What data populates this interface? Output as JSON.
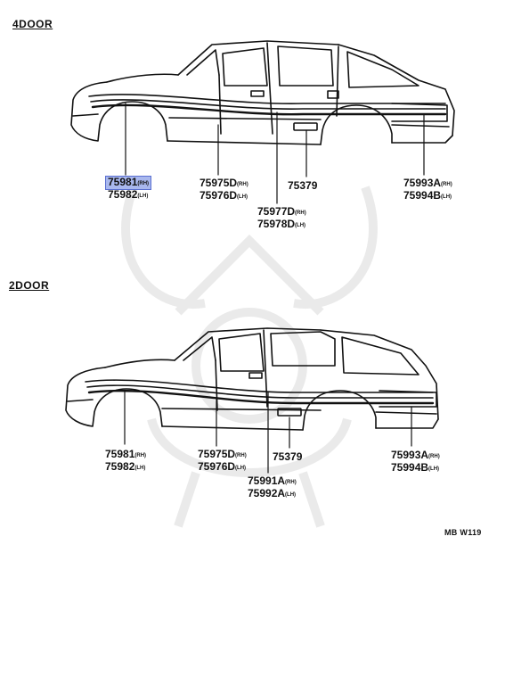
{
  "sections": {
    "four_door": {
      "title": "4DOOR"
    },
    "two_door": {
      "title": "2DOOR"
    }
  },
  "callouts": {
    "four_door": [
      {
        "part": "75981",
        "side": "(RH)",
        "highlighted": true
      },
      {
        "part": "75982",
        "side": "(LH)"
      },
      {
        "part": "75975D",
        "side": "(RH)"
      },
      {
        "part": "75976D",
        "side": "(LH)"
      },
      {
        "part": "75977D",
        "side": "(RH)"
      },
      {
        "part": "75978D",
        "side": "(LH)"
      },
      {
        "part": "75379",
        "side": ""
      },
      {
        "part": "75993A",
        "side": "(RH)"
      },
      {
        "part": "75994B",
        "side": "(LH)"
      }
    ],
    "two_door": [
      {
        "part": "75981",
        "side": "(RH)"
      },
      {
        "part": "75982",
        "side": "(LH)"
      },
      {
        "part": "75975D",
        "side": "(RH)"
      },
      {
        "part": "75976D",
        "side": "(LH)"
      },
      {
        "part": "75991A",
        "side": "(RH)"
      },
      {
        "part": "75992A",
        "side": "(LH)"
      },
      {
        "part": "75379",
        "side": ""
      },
      {
        "part": "75993A",
        "side": "(RH)"
      },
      {
        "part": "75994B",
        "side": "(LH)"
      }
    ]
  },
  "diagram_code": "MB W119",
  "colors": {
    "highlight": "#a9b8ee",
    "line": "#111111"
  },
  "icons": {
    "watermark": "samurai-helmet-watermark-icon"
  }
}
